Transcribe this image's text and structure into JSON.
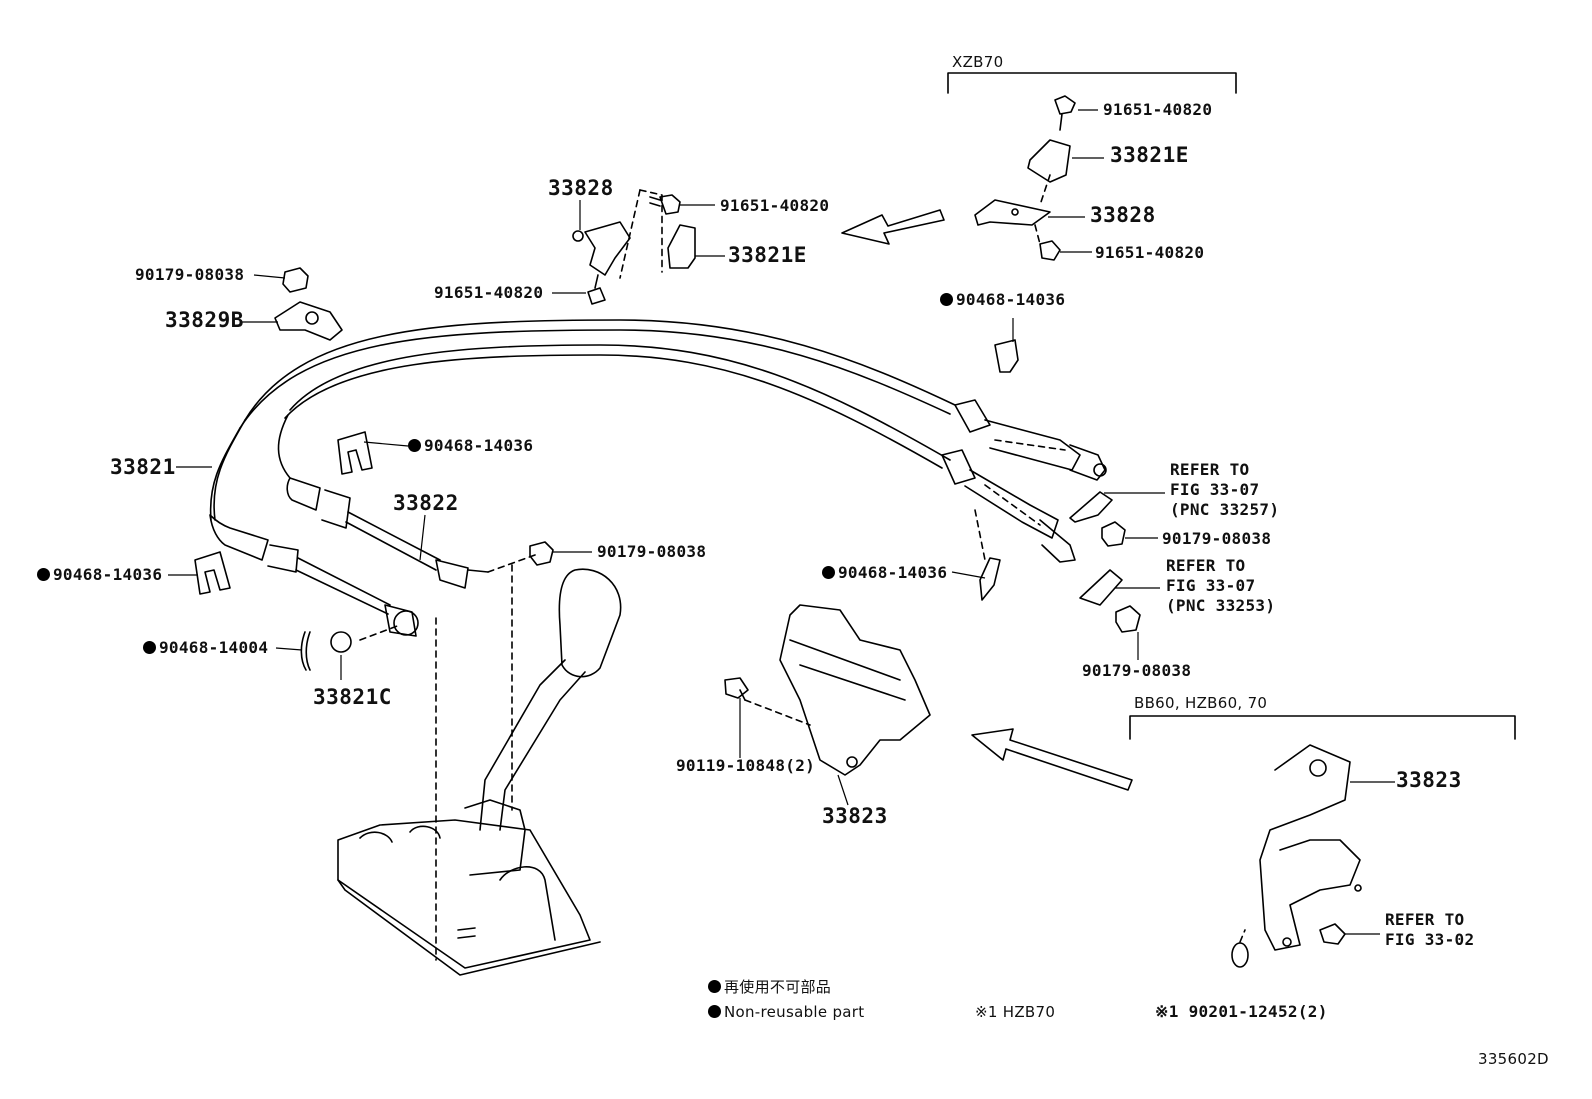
{
  "group_labels": {
    "xzb70": "XZB70",
    "bb60": "BB60, HZB60, 70"
  },
  "parts": {
    "p33828_left": "33828",
    "p91651_a": "91651-40820",
    "p33821E_left": "33821E",
    "p91651_b": "91651-40820",
    "p90179_top": "90179-08038",
    "p33829B": "33829B",
    "p91651_c": "91651-40820",
    "p33821E_right": "33821E",
    "p33828_right": "33828",
    "p91651_d": "91651-40820",
    "p90468_right_top": "90468-14036",
    "p90468_mid": "90468-14036",
    "p33821": "33821",
    "p33822": "33822",
    "p90468_left": "90468-14036",
    "p90179_mid": "90179-08038",
    "p90468_14004": "90468-14004",
    "p33821C": "33821C",
    "p90468_center": "90468-14036",
    "p90179_r1": "90179-08038",
    "p90179_r2": "90179-08038",
    "p90119": "90119-10848(2)",
    "p33823_center": "33823",
    "p33823_right": "33823",
    "p90201": "※1  90201-12452(2)"
  },
  "refs": {
    "ref1": "REFER TO\nFIG 33-07\n(PNC 33257)",
    "ref2": "REFER TO\nFIG 33-07\n(PNC 33253)",
    "ref3": "REFER TO\nFIG 33-02"
  },
  "legend": {
    "jp": "再使用不可部品",
    "en": "Non-reusable part",
    "note": "※1 HZB70"
  },
  "figure_code": "335602D"
}
